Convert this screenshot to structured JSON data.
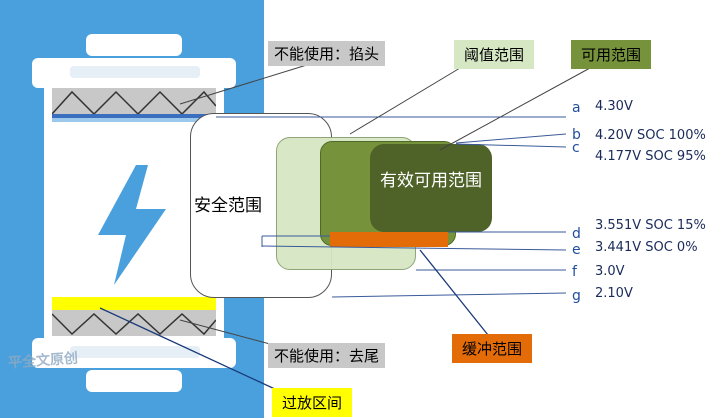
{
  "labels": {
    "no_use_head": "不能使用：掐头",
    "no_use_tail": "不能使用：去尾",
    "threshold_range": "阈值范围",
    "usable_range": "可用范围",
    "safe_range": "安全范围",
    "effective_usable_range": "有效可用范围",
    "buffer_range": "缓冲范围",
    "over_discharge": "过放区间",
    "watermark": "平全文原创"
  },
  "levels": [
    {
      "letter": "a",
      "value": "4.30V"
    },
    {
      "letter": "b",
      "value": "4.20V   SOC 100%"
    },
    {
      "letter": "c",
      "value": "4.177V  SOC 95%"
    },
    {
      "letter": "d",
      "value": "3.551V  SOC 15%"
    },
    {
      "letter": "e",
      "value": "3.441V  SOC 0%"
    },
    {
      "letter": "f",
      "value": "3.0V"
    },
    {
      "letter": "g",
      "value": "2.10V"
    }
  ],
  "colors": {
    "battery": "#4aa0dc",
    "threshold": "#d6e7c4",
    "usable": "#76933c",
    "effective": "#4f6228",
    "buffer": "#e36c09",
    "over_discharge": "#ffff00"
  },
  "icons": [
    "battery-icon",
    "lightning-bolt-icon"
  ]
}
